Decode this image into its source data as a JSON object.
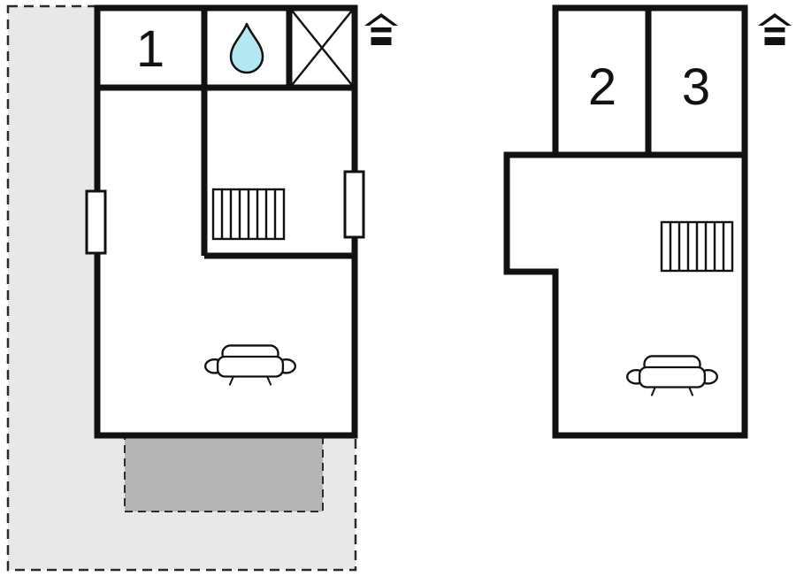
{
  "title": "Floor plan",
  "colors": {
    "wall": "#111111",
    "terrace": "#e8e8e8",
    "patio": "#b5b5b5",
    "drop": "#b3e7f2",
    "background": "#ffffff",
    "dash": "#2b2b2b"
  },
  "plans": [
    {
      "name": "ground-floor",
      "rooms": [
        {
          "label": "1"
        }
      ],
      "icons": [
        "water-drop-icon",
        "skylight-cross-icon",
        "stairs-icon",
        "sofa-icon",
        "house-icon",
        "window-icon",
        "terrace-area",
        "patio-area"
      ]
    },
    {
      "name": "upper-floor",
      "rooms": [
        {
          "label": "2"
        },
        {
          "label": "3"
        }
      ],
      "icons": [
        "stairs-icon",
        "sofa-icon",
        "house-icon"
      ]
    }
  ]
}
